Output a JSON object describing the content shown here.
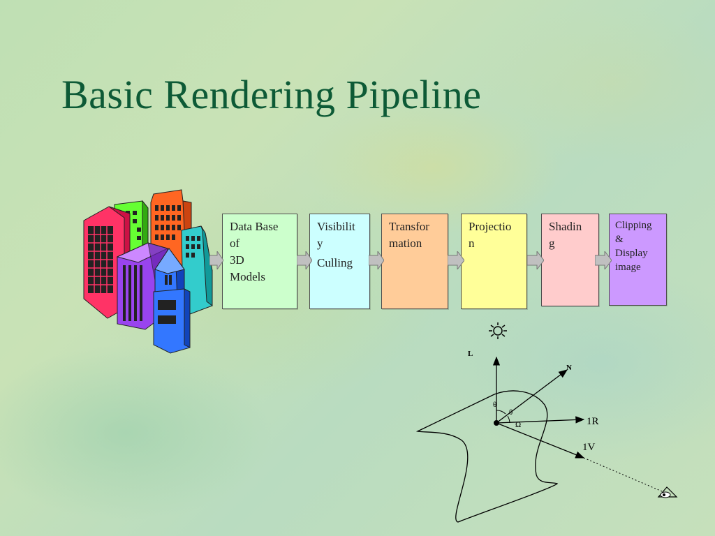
{
  "slide": {
    "title": "Basic Rendering Pipeline"
  },
  "pipeline": {
    "stages": [
      {
        "line1": "Data Base",
        "line2": "of",
        "line3": "3D",
        "line4": "Models",
        "color": "#ccffcc"
      },
      {
        "line1": "Visibilit",
        "line2": "y",
        "line3": "Culling",
        "color": "#ccffff"
      },
      {
        "line1": "Transfor",
        "line2": "mation",
        "color": "#ffcc99"
      },
      {
        "line1": "Projectio",
        "line2": "n",
        "color": "#ffff99"
      },
      {
        "line1": "Shadin",
        "line2": "g",
        "color": "#ffcccc"
      },
      {
        "line1": "Clipping",
        "line2": "&",
        "line3": "Display",
        "line4": "image",
        "color": "#cc99ff"
      }
    ],
    "arrow_color": "#c0c0c0"
  },
  "illustration": {
    "icon": "city-buildings-icon"
  },
  "reflection_diagram": {
    "label_L": "L",
    "label_N": "N",
    "label_R": "1R",
    "label_V": "1V",
    "label_theta1": "θ",
    "label_theta2": "θ",
    "label_omega": "Ω",
    "light_icon": "sun-icon",
    "eye_icon": "eye-icon"
  }
}
